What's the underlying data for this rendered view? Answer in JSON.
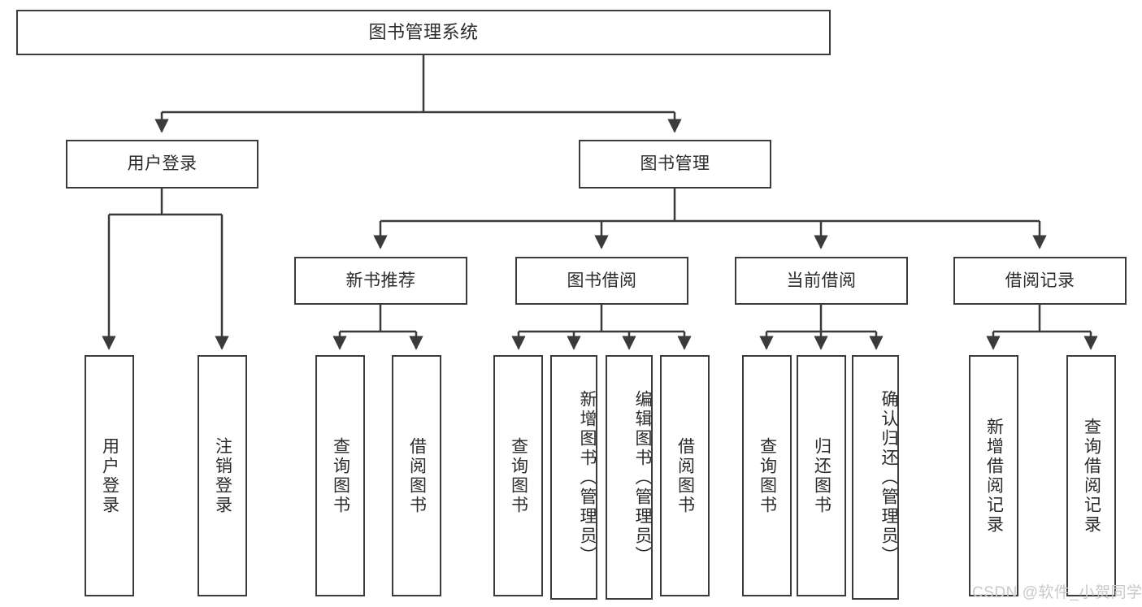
{
  "diagram": {
    "type": "tree-hierarchy-diagram",
    "title": "图书管理系统",
    "line_color": "#3b3b3d",
    "text_color": "#2b2b2b",
    "background": "#ffffff",
    "root": {
      "label": "图书管理系统"
    },
    "level2": [
      {
        "label": "用户登录"
      },
      {
        "label": "图书管理"
      }
    ],
    "level3": [
      {
        "label": "新书推荐"
      },
      {
        "label": "图书借阅"
      },
      {
        "label": "当前借阅"
      },
      {
        "label": "借阅记录"
      }
    ],
    "leaves": {
      "user_login": [
        {
          "label": "用户登录"
        },
        {
          "label": "注销登录"
        }
      ],
      "new_book_recommend": [
        {
          "label": "查询图书"
        },
        {
          "label": "借阅图书"
        }
      ],
      "book_borrow": [
        {
          "label": "查询图书"
        },
        {
          "label": "新增图书（管理员）"
        },
        {
          "label": "编辑图书（管理员）"
        },
        {
          "label": "借阅图书"
        }
      ],
      "current_borrow": [
        {
          "label": "查询图书"
        },
        {
          "label": "归还图书"
        },
        {
          "label": "确认归还（管理员）"
        }
      ],
      "borrow_record": [
        {
          "label": "新增借阅记录"
        },
        {
          "label": "查询借阅记录"
        }
      ]
    }
  },
  "watermark": {
    "text": "CSDN @软件_小贺同学"
  }
}
